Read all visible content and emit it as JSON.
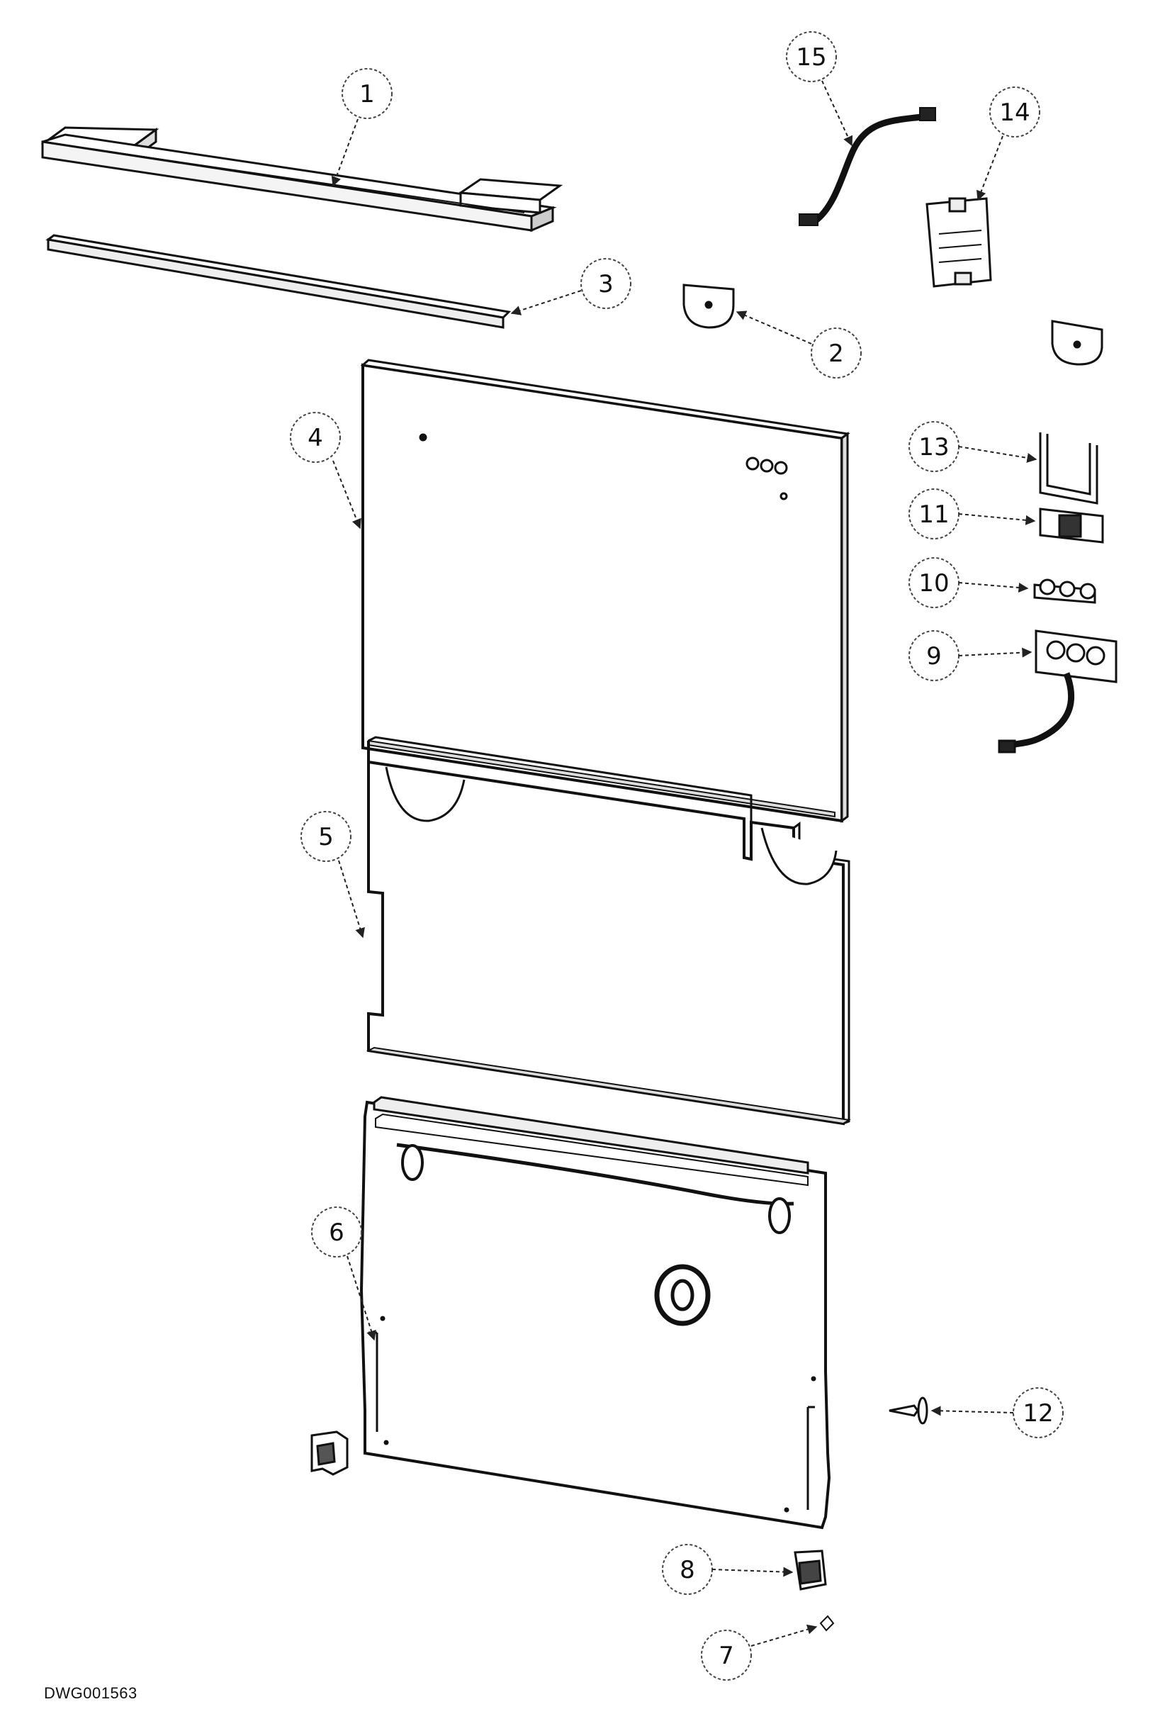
{
  "drawing_id": "DWG001563",
  "callouts": [
    {
      "label": "1"
    },
    {
      "label": "2"
    },
    {
      "label": "3"
    },
    {
      "label": "4"
    },
    {
      "label": "5"
    },
    {
      "label": "6"
    },
    {
      "label": "7"
    },
    {
      "label": "8"
    },
    {
      "label": "9"
    },
    {
      "label": "10"
    },
    {
      "label": "11"
    },
    {
      "label": "12"
    },
    {
      "label": "13"
    },
    {
      "label": "14"
    },
    {
      "label": "15"
    }
  ]
}
